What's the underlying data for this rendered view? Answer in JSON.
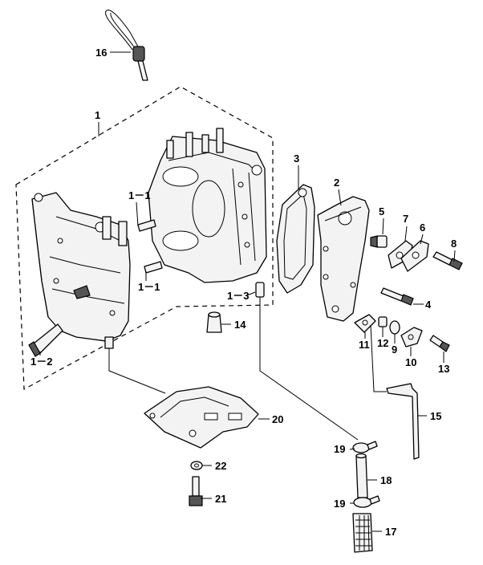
{
  "callouts": {
    "c1": "1",
    "c1_1a": "1－1",
    "c1_1b": "1－1",
    "c1_2": "1－2",
    "c1_3": "1－3",
    "c2": "2",
    "c3": "3",
    "c4": "4",
    "c5": "5",
    "c6": "6",
    "c7": "7",
    "c8": "8",
    "c9": "9",
    "c10": "10",
    "c11": "11",
    "c12": "12",
    "c13": "13",
    "c14": "14",
    "c15": "15",
    "c16": "16",
    "c17": "17",
    "c18": "18",
    "c19a": "19",
    "c19b": "19",
    "c20": "20",
    "c21": "21",
    "c22": "22"
  }
}
